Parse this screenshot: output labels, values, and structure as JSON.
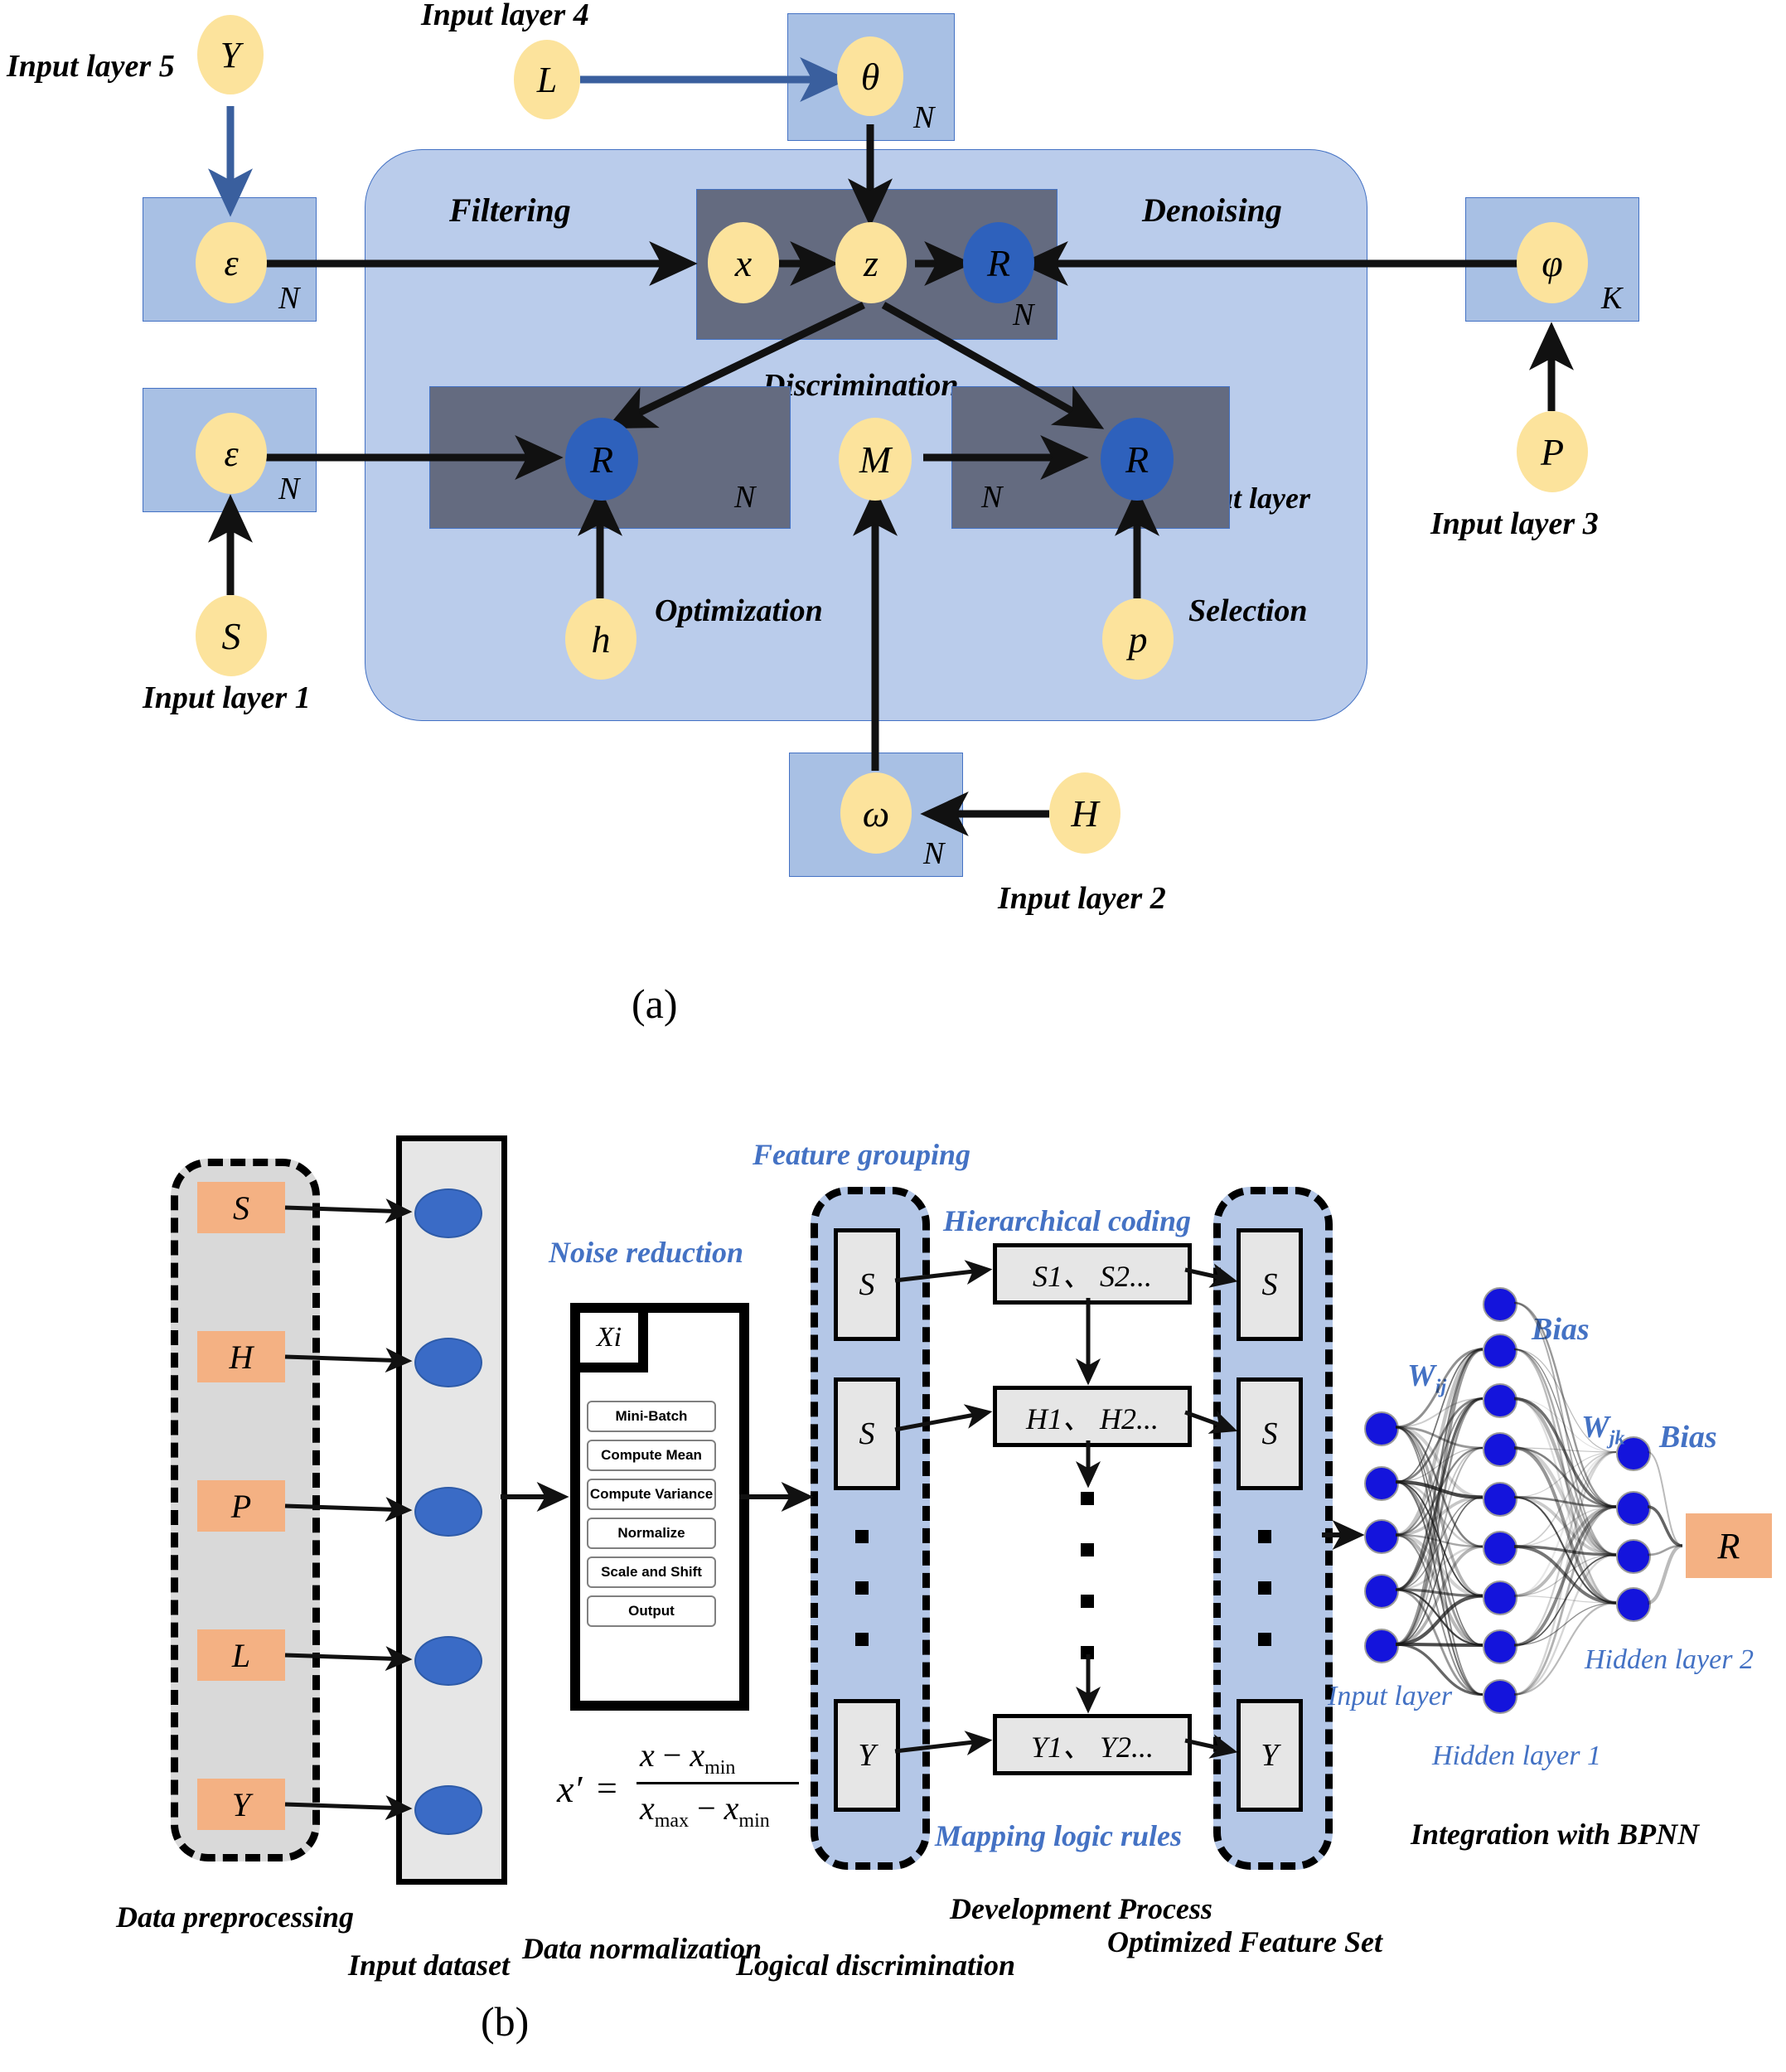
{
  "figure": {
    "panel_a_label": "(a)",
    "panel_b_label": "(b)"
  },
  "panel_a": {
    "container_labels": {
      "filtering": "Filtering",
      "denoising": "Denoising",
      "discrimination": "Discrimination",
      "optimization": "Optimization",
      "selection": "Selection",
      "output_layer": "Ouput layer"
    },
    "input_labels": {
      "layer1": "Input layer 1",
      "layer2": "Input layer 2",
      "layer3": "Input layer 3",
      "layer4": "Input layer 4",
      "layer5": "Input layer 5"
    },
    "nodes": {
      "Y": "Y",
      "L": "L",
      "theta": "θ",
      "eps_top": "ε",
      "eps_mid": "ε",
      "x": "x",
      "z": "z",
      "R_top": "R",
      "phi": "φ",
      "P_right": "P",
      "R_left": "R",
      "M": "M",
      "R_right": "R",
      "S": "S",
      "h": "h",
      "p": "p",
      "omega": "ω",
      "H": "H"
    },
    "plate_counts": {
      "eps_top": "N",
      "eps_mid": "N",
      "theta": "N",
      "phi": "K",
      "omega": "N",
      "denoise_box": "N",
      "left_box": "N",
      "right_box": "N"
    }
  },
  "panel_b": {
    "stage_labels": {
      "data_preprocessing": "Data preprocessing",
      "input_dataset": "Input dataset",
      "data_normalization": "Data normalization",
      "logical_discrimination": "Logical discrimination",
      "development_process": "Development Process",
      "optimized_feature_set": "Optimized Feature Set",
      "integration_bpnn": "Integration with BPNN"
    },
    "blue_labels": {
      "noise_reduction": "Noise reduction",
      "feature_grouping": "Feature grouping",
      "hierarchical_coding": "Hierarchical coding",
      "mapping_logic_rules": "Mapping logic rules"
    },
    "preprocessing_features": [
      "S",
      "H",
      "P",
      "L",
      "Y"
    ],
    "normalization": {
      "title": "Xi",
      "steps": [
        "Mini-Batch",
        "Compute Mean",
        "Compute Variance",
        "Normalize",
        "Scale and Shift",
        "Output"
      ],
      "formula": {
        "lhs": "x′",
        "eq": "=",
        "numerator_a": "x",
        "numerator_minus": "−",
        "numerator_b_base": "x",
        "numerator_b_sub": "min",
        "denominator_a_base": "x",
        "denominator_a_sub": "max",
        "denominator_minus": "−",
        "denominator_b_base": "x",
        "denominator_b_sub": "min"
      }
    },
    "logical_column": [
      "S",
      "S",
      "Y"
    ],
    "coding_boxes": [
      "S1、 S2...",
      "H1、 H2...",
      "Y1、 Y2..."
    ],
    "optimized_column": [
      "S",
      "S",
      "Y"
    ],
    "bpnn": {
      "w_ij": "W",
      "w_ij_sub": "ij",
      "w_jk": "W",
      "w_jk_sub": "jk",
      "bias1": "Bias",
      "bias2": "Bias",
      "input_layer": "Input layer",
      "hidden_layer_1": "Hidden layer 1",
      "hidden_layer_2": "Hidden layer 2",
      "output_node": "R",
      "input_count": 5,
      "hidden1_count": 8,
      "hidden2_count": 3
    }
  },
  "colors": {
    "node_yellow": "#FCE39C",
    "node_blue": "#2E61BC",
    "plate_blue": "#A8C0E4",
    "panel_blue": "#BACCEB",
    "dark_box": "#646B80",
    "orange": "#F4B183",
    "grey": "#E6E6E6",
    "label_blue": "#4472c4",
    "bpnn_node": "#1414DC"
  }
}
